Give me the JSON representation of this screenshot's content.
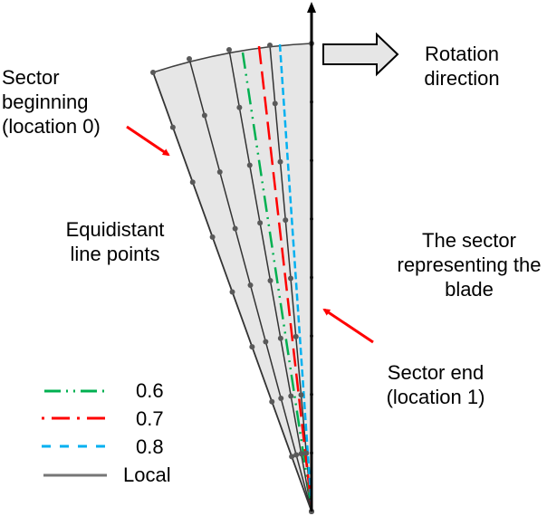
{
  "labels": {
    "sector_beginning": [
      "Sector",
      "beginning",
      "(location 0)"
    ],
    "rotation_direction": [
      "Rotation",
      "direction"
    ],
    "equidistant": [
      "Equidistant",
      "line points"
    ],
    "sector_blade": [
      "The sector",
      "representing the",
      "blade"
    ],
    "sector_end": [
      "Sector end",
      "(location 1)"
    ]
  },
  "legend": [
    {
      "label": "0.6",
      "color": "#00b050",
      "style": "dash-dot-dot"
    },
    {
      "label": "0.7",
      "color": "#ff0000",
      "style": "long-dash"
    },
    {
      "label": "0.8",
      "color": "#00b0f0",
      "style": "dash"
    },
    {
      "label": "Local",
      "color": "#767676",
      "style": "solid"
    }
  ],
  "colors": {
    "sector_fill": "#e6e6e6",
    "arrow_red": "#ff0000",
    "line_dark": "#333333",
    "point": "#595959"
  },
  "diagram": {
    "local_line_count": 5,
    "points_per_line": 9,
    "dashed_lines": [
      "0.6",
      "0.7",
      "0.8"
    ]
  }
}
